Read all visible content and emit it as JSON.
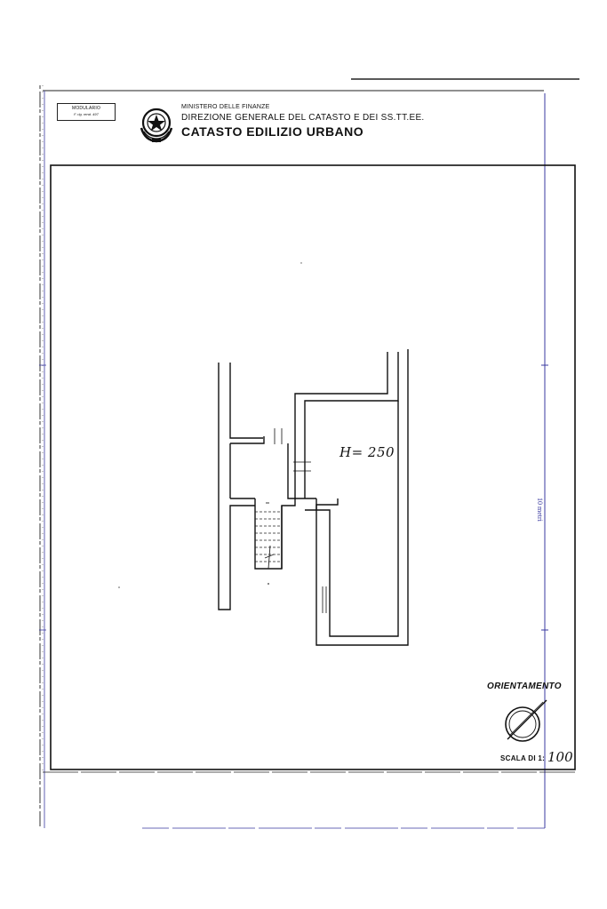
{
  "modulario": {
    "title": "MODULARIO",
    "subtitle": "F. rig. rend. 497"
  },
  "header": {
    "ministry": "MINISTERO DELLE FINANZE",
    "directorate": "DIREZIONE GENERALE DEL CATASTO E DEI SS.TT.EE.",
    "service": "CATASTO EDILIZIO URBANO"
  },
  "plan": {
    "height_label": "H= 250",
    "scale_bar_label": "10 metri"
  },
  "orientation": {
    "label": "ORIENTAMENTO",
    "icon": "compass-north-arrow-icon"
  },
  "scale": {
    "label": "SCALA DI 1:",
    "value": "100"
  },
  "emblem": {
    "icon": "italian-republic-emblem-icon"
  },
  "colors": {
    "ink": "#111111",
    "blue_frame": "#3a3aa0"
  }
}
